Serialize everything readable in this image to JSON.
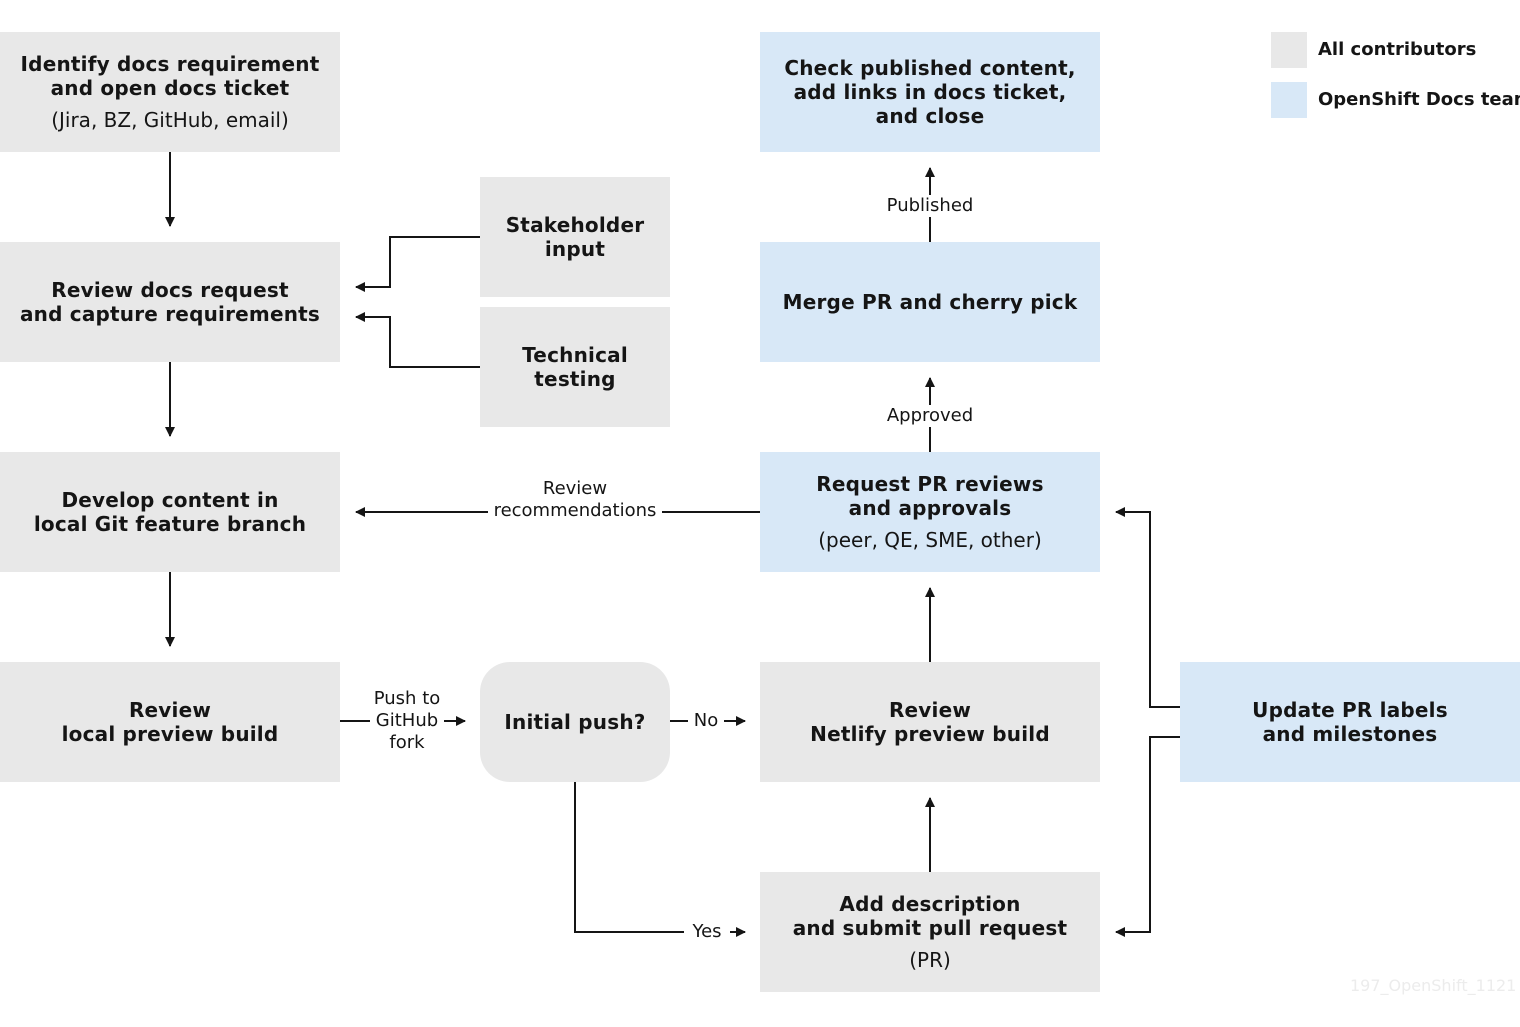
{
  "nodes": {
    "identify": {
      "title": [
        "Identify docs requirement",
        "and open docs ticket"
      ],
      "sub": "(Jira, BZ, GitHub, email)"
    },
    "review_request": {
      "title": [
        "Review docs request",
        "and capture requirements"
      ]
    },
    "stakeholder": {
      "title": [
        "Stakeholder",
        "input"
      ]
    },
    "technical": {
      "title": [
        "Technical",
        "testing"
      ]
    },
    "develop": {
      "title": [
        "Develop content in",
        "local Git feature branch"
      ]
    },
    "local_preview": {
      "title": [
        "Review",
        "local preview build"
      ]
    },
    "initial_push": {
      "title": [
        "Initial push?"
      ]
    },
    "netlify": {
      "title": [
        "Review",
        "Netlify preview build"
      ]
    },
    "submit_pr": {
      "title": [
        "Add description",
        "and submit pull request"
      ],
      "sub": "(PR)"
    },
    "request_reviews": {
      "title": [
        "Request PR reviews",
        "and approvals"
      ],
      "sub": "(peer, QE, SME, other)"
    },
    "merge": {
      "title": [
        "Merge PR and cherry pick"
      ]
    },
    "check_published": {
      "title": [
        "Check published content,",
        "add links in docs ticket,",
        "and close"
      ]
    },
    "update_labels": {
      "title": [
        "Update PR labels",
        "and milestones"
      ]
    }
  },
  "edge_labels": {
    "review_recommendations": [
      "Review",
      "recommendations"
    ],
    "push_to_fork": [
      "Push to",
      "GitHub",
      "fork"
    ],
    "no": "No",
    "yes": "Yes",
    "approved": "Approved",
    "published": "Published"
  },
  "legend": {
    "all_contributors": {
      "label": "All contributors",
      "color": "#e8e8e8"
    },
    "docs_team": {
      "label": "OpenShift Docs team",
      "color": "#d8e8f7"
    }
  },
  "watermark": "197_OpenShift_1121"
}
